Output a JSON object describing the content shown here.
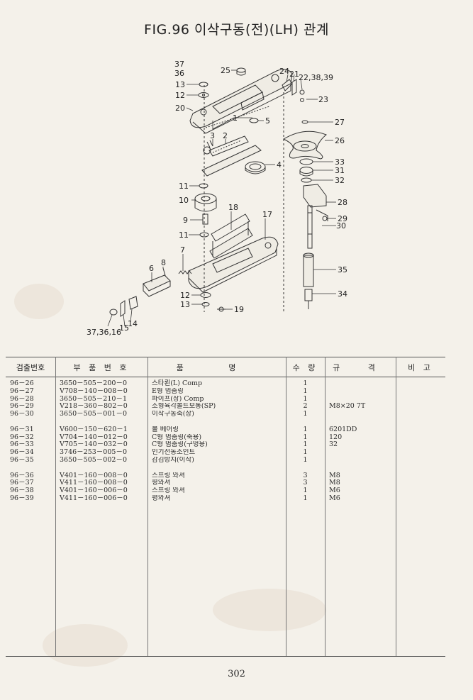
{
  "title": "FIG.96 이삭구동(전)(LH) 관계",
  "page_number": "302",
  "callouts": [
    "37",
    "36",
    "13",
    "12",
    "20",
    "25",
    "24",
    "21",
    "22,38,39",
    "23",
    "5",
    "27",
    "26",
    "1",
    "3",
    "2",
    "4",
    "33",
    "31",
    "32",
    "11",
    "10",
    "28",
    "9",
    "18",
    "17",
    "29",
    "30",
    "11",
    "7",
    "8",
    "6",
    "35",
    "12",
    "13",
    "19",
    "34",
    "37,36,16",
    "15",
    "14"
  ],
  "columns": {
    "item_no": "검출번호",
    "part_no": "부 품 번 호",
    "name": "품 명",
    "qty": "수 량",
    "spec": "규 격",
    "remarks": "비 고"
  },
  "rows": [
    {
      "item": "96－26",
      "part": "3650－505－200－0",
      "name": "스타뢴(L) Comp",
      "qty": "1",
      "spec": ""
    },
    {
      "item": "96－27",
      "part": "V708－140－008－0",
      "name": "E형 멈춤링",
      "qty": "1",
      "spec": ""
    },
    {
      "item": "96－28",
      "part": "3650－505－210－1",
      "name": "파이프(상) Comp",
      "qty": "1",
      "spec": ""
    },
    {
      "item": "96－29",
      "part": "V218－360－802－0",
      "name": "소형육각볼트보통(SP)",
      "qty": "2",
      "spec": "M8×20 7T"
    },
    {
      "item": "96－30",
      "part": "3650－505－001－0",
      "name": "이삭구동축(상)",
      "qty": "1",
      "spec": ""
    },
    {
      "item": "",
      "part": "",
      "name": "",
      "qty": "",
      "spec": ""
    },
    {
      "item": "96－31",
      "part": "V600－150－620－1",
      "name": "볼 베어링",
      "qty": "1",
      "spec": "6201DD"
    },
    {
      "item": "96－32",
      "part": "V704－140－012－0",
      "name": "C형 멈춤링(축용)",
      "qty": "1",
      "spec": "120"
    },
    {
      "item": "96－33",
      "part": "V705－140－032－0",
      "name": "C형 멈춤링(구멍용)",
      "qty": "1",
      "spec": "32"
    },
    {
      "item": "96－34",
      "part": "3746－253－005－0",
      "name": "인기전동조인트",
      "qty": "1",
      "spec": ""
    },
    {
      "item": "96－35",
      "part": "3650－505－002－0",
      "name": "감김방지(이삭)",
      "qty": "1",
      "spec": ""
    },
    {
      "item": "",
      "part": "",
      "name": "",
      "qty": "",
      "spec": ""
    },
    {
      "item": "96－36",
      "part": "V401－160－008－0",
      "name": "스프링 와셔",
      "qty": "3",
      "spec": "M8"
    },
    {
      "item": "96－37",
      "part": "V411－160－008－0",
      "name": "평와셔",
      "qty": "3",
      "spec": "M8"
    },
    {
      "item": "96－38",
      "part": "V401－160－006－0",
      "name": "스프링 와셔",
      "qty": "1",
      "spec": "M6"
    },
    {
      "item": "96－39",
      "part": "V411－160－006－0",
      "name": "평와셔",
      "qty": "1",
      "spec": "M6"
    }
  ]
}
